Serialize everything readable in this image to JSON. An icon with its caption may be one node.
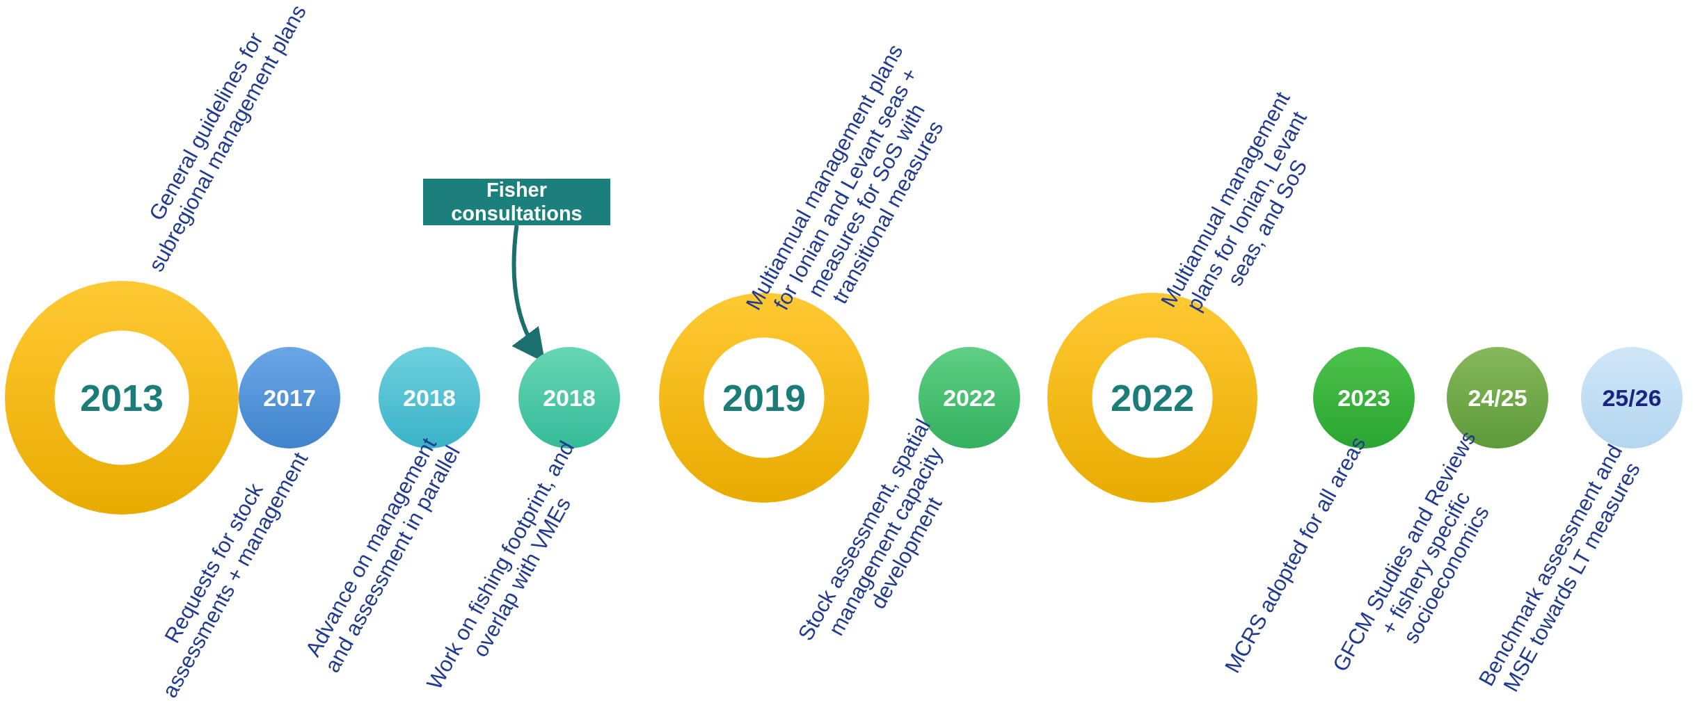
{
  "diagram": {
    "nodes": [
      {
        "text": [
          "2013"
        ],
        "beside": [
          "General guidelines for subregional management plans"
        ]
      },
      {
        "text": [
          "2017"
        ],
        "beside": [
          "Requests for stock assessments + management"
        ]
      },
      {
        "text": [
          "2018"
        ],
        "beside": [
          "Advance on management and assessment in parallel"
        ]
      },
      {
        "text": [
          "Fisher consultations"
        ]
      },
      {
        "text": [
          "2018"
        ],
        "beside": [
          "Work on fishing footprint, and overlap with VMEs"
        ]
      },
      {
        "text": [
          "2019"
        ],
        "beside": [
          "Multiannual management plans for Ionian and Levant seas + measures for SoS with transitional measures"
        ]
      },
      {
        "text": [
          "2022"
        ],
        "beside": [
          "Stock assessment, spatial management capacity development"
        ]
      },
      {
        "text": [
          "2022"
        ],
        "beside": [
          "Multiannual management plans for Ionian, Levant seas, and SoS"
        ]
      },
      {
        "text": [
          "2023"
        ],
        "beside": [
          "MCRS adopted for all areas"
        ]
      },
      {
        "text": [
          "24/25"
        ],
        "beside": [
          "GFCM Studies and Reviews + fishery specific socioeconomics"
        ]
      },
      {
        "text": [
          "25/26"
        ],
        "beside": [
          "Benchmark assessment and MSE towards LT measures"
        ]
      }
    ],
    "edges": [
      {
        "from": 3,
        "to": 4,
        "arrow": "to"
      }
    ]
  }
}
